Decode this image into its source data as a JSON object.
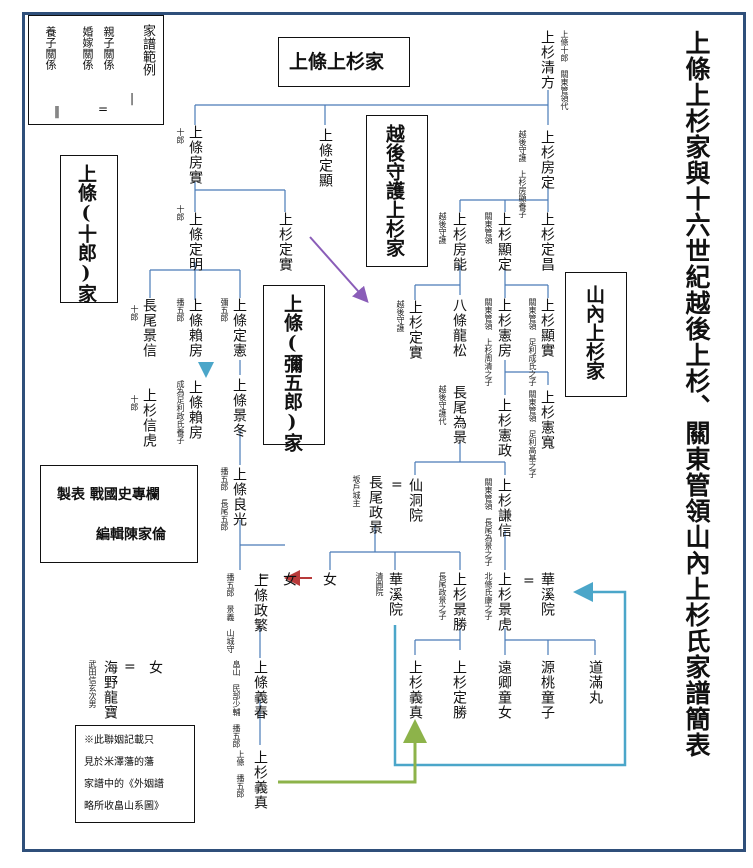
{
  "title": "上條上杉家與十六世紀越後上杉、關東管領山內上杉氏家譜簡表",
  "legend": {
    "heading": "家譜範例",
    "items": [
      "親子關係",
      "婚嫁關係",
      "養子關係"
    ],
    "marks": [
      "|",
      "=",
      "=",
      "‖"
    ]
  },
  "families": {
    "jojo_uesugi": "上條上杉家",
    "jojo_juro": "上條(十郎)家",
    "jojo_yagoro": "上條(彌五郎)家",
    "echigo_shugo": "越後守護上杉家",
    "yamanouchi": "山內上杉家"
  },
  "credit": {
    "line1": "製表 戰國史專欄",
    "line2": "編輯陳家倫"
  },
  "note": {
    "lines": [
      "※此聯姻記載只",
      "見於米澤藩的藩",
      "家譜中的《外姻譜",
      "略所收畠山系圖》"
    ]
  },
  "persons": [
    {
      "id": "kiyokata",
      "name": "上杉清方",
      "title": "上條十郎　關東管領代"
    },
    {
      "id": "fusasada",
      "name": "上杉房定",
      "title": "越後守護　上杉房顯養子"
    },
    {
      "id": "sadaaki",
      "name": "上條定顯",
      "title": ""
    },
    {
      "id": "fusazane",
      "name": "上條房實",
      "title": "十郎"
    },
    {
      "id": "sadaakira",
      "name": "上條定明",
      "title": "十郎"
    },
    {
      "id": "sadazane_b",
      "name": "上杉定實",
      "title": ""
    },
    {
      "id": "fusayoshi",
      "name": "上杉房能",
      "title": "越後守護"
    },
    {
      "id": "akisada",
      "name": "上杉顯定",
      "title": "關東管領"
    },
    {
      "id": "sadamasa",
      "name": "上杉定昌",
      "title": ""
    },
    {
      "id": "kagenobu",
      "name": "長尾景信",
      "title": "十郎"
    },
    {
      "id": "yorifusa",
      "name": "上條賴房",
      "title": "播五郎"
    },
    {
      "id": "sadanori",
      "name": "上條定憲",
      "title": "彌五郎"
    },
    {
      "id": "sadazane",
      "name": "上杉定實",
      "title": "越後守護"
    },
    {
      "id": "hachijo",
      "name": "八條龍松",
      "title": ""
    },
    {
      "id": "norifusa",
      "name": "上杉憲房",
      "title": "關東管領　上杉周清之子"
    },
    {
      "id": "akizane",
      "name": "上杉顯實",
      "title": "關東管領　足利成氏之子"
    },
    {
      "id": "nobutora",
      "name": "上杉信虎",
      "title": "十郎"
    },
    {
      "id": "yorifusa2",
      "name": "上條賴房",
      "title": "成為足利政氏養子"
    },
    {
      "id": "kagefuyu",
      "name": "上條景冬",
      "title": ""
    },
    {
      "id": "tamekage",
      "name": "長尾為景",
      "title": "越後守護代"
    },
    {
      "id": "norimasa",
      "name": "上杉憲政",
      "title": ""
    },
    {
      "id": "norihiro",
      "name": "上杉憲寬",
      "title": "關東管領　足利高基之子"
    },
    {
      "id": "yoshimitsu",
      "name": "上條良光",
      "title": "播五郎　長尾五郎"
    },
    {
      "id": "masakage",
      "name": "長尾政景",
      "title": "坂戶城主"
    },
    {
      "id": "sendoin",
      "name": "仙洞院",
      "title": ""
    },
    {
      "id": "kenshin",
      "name": "上杉謙信",
      "title": "關東管領　長尾為景之子"
    },
    {
      "id": "masashige",
      "name": "上條政繁",
      "title": "播五郎　景義　山城守"
    },
    {
      "id": "onna1",
      "name": "女",
      "title": ""
    },
    {
      "id": "onna2",
      "name": "女",
      "title": ""
    },
    {
      "id": "kakein1",
      "name": "華溪院",
      "title": "清圓院"
    },
    {
      "id": "kagekatsu",
      "name": "上杉景勝",
      "title": "長尾政景之子"
    },
    {
      "id": "kagetora",
      "name": "上杉景虎",
      "title": "北條氏康之子"
    },
    {
      "id": "kakein2",
      "name": "華溪院",
      "title": ""
    },
    {
      "id": "unno",
      "name": "海野龍寶",
      "title": "武田信玄次男"
    },
    {
      "id": "onna3",
      "name": "女",
      "title": ""
    },
    {
      "id": "yoshiharu",
      "name": "上條義春",
      "title": "畠山　民部少輔　播五郎"
    },
    {
      "id": "yoshizane1",
      "name": "上杉義真",
      "title": ""
    },
    {
      "id": "sadakatsu",
      "name": "上杉定勝",
      "title": ""
    },
    {
      "id": "michimaru",
      "name": "道滿丸",
      "title": ""
    },
    {
      "id": "genbo",
      "name": "源桃童子",
      "title": ""
    },
    {
      "id": "enkyo",
      "name": "遠卿童女",
      "title": ""
    },
    {
      "id": "yoshizane2",
      "name": "上杉義真",
      "title": "上條　播五郎"
    }
  ],
  "colors": {
    "line": "#4a7bb7",
    "purple": "#8a5db8",
    "red": "#b83a3a",
    "cyan": "#4ba6c9",
    "green": "#8db34a",
    "frame": "#2f4f7a"
  }
}
